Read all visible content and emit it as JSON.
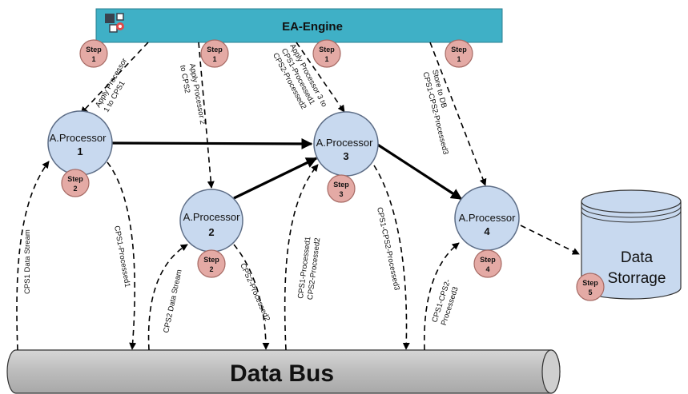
{
  "engine": {
    "title": "EA-Engine",
    "icon": "puzzle-gear-icon"
  },
  "processor": {
    "title": "A.Processor",
    "numbers": [
      "1",
      "2",
      "3",
      "4"
    ]
  },
  "steps": {
    "label": "Step",
    "engine": [
      "1",
      "1",
      "1",
      "1"
    ],
    "processors": [
      "2",
      "2",
      "3",
      "4"
    ],
    "storage": "5"
  },
  "edges": {
    "apply1": [
      "Apply Processor",
      "1 to CPS1"
    ],
    "apply2": [
      "Apply Processor 2",
      "to CPS2"
    ],
    "apply3": [
      "Apply Processor 3 to",
      "CPS1-Processed1",
      "CPS2-Processed2"
    ],
    "store": [
      "Store to DB",
      "CPS1-CPS2-Processed3"
    ],
    "cps1_stream": "CPS1 Data Stream",
    "cps1_processed1": "CPS1-Processed1",
    "cps2_stream": "CPS2 Data Stream",
    "cps2_processed2": "CPS2-Processed2",
    "cps12_in": [
      "CPS1-Processed1",
      "CPS2-Processed2"
    ],
    "cps12_out": "CPS1-CPS2-Processed3",
    "cps123_in": [
      "CPS1-CPS2-",
      "Processed3"
    ]
  },
  "bus": {
    "title": "Data Bus"
  },
  "storage": {
    "line1": "Data",
    "line2": "Storrage"
  },
  "colors": {
    "engine_fill": "#3fb0c6",
    "processor_fill": "#c8d9ef",
    "processor_stroke": "#5d6d86",
    "step_fill": "#e4aaa5",
    "step_stroke": "#a66a64",
    "storage_fill": "#c8d9ef",
    "bus_fill": "#bdbdbd"
  }
}
